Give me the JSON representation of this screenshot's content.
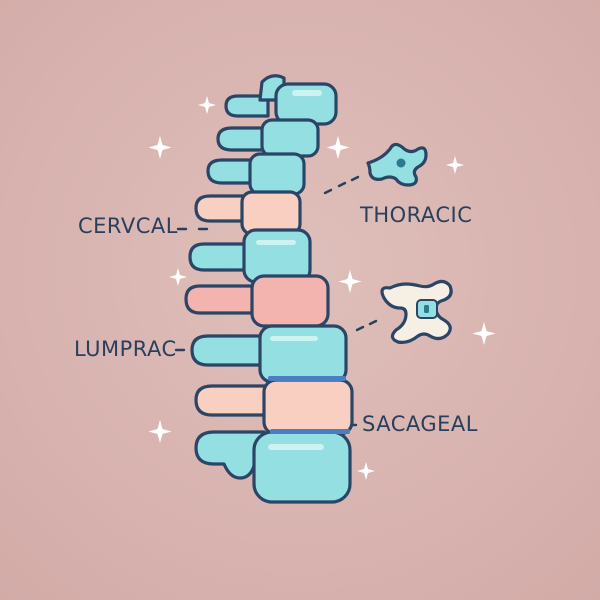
{
  "labels": {
    "cervical": "CERVCAL",
    "thoracic": "THORACIC",
    "lumbar": "LUMPRAC",
    "sacral": "SACAGEAL"
  },
  "colors": {
    "background": "#d9b5b1",
    "vertebra_cyan": "#93dfe1",
    "vertebra_peach": "#f8cfc1",
    "vertebra_pink": "#f3b3ae",
    "outline": "#2b4566",
    "label_text": "#2a3f5c"
  },
  "icons": [
    "spine-icon",
    "vertebra-top-icon",
    "vertebra-cross-section-icon",
    "sparkle-icon"
  ]
}
